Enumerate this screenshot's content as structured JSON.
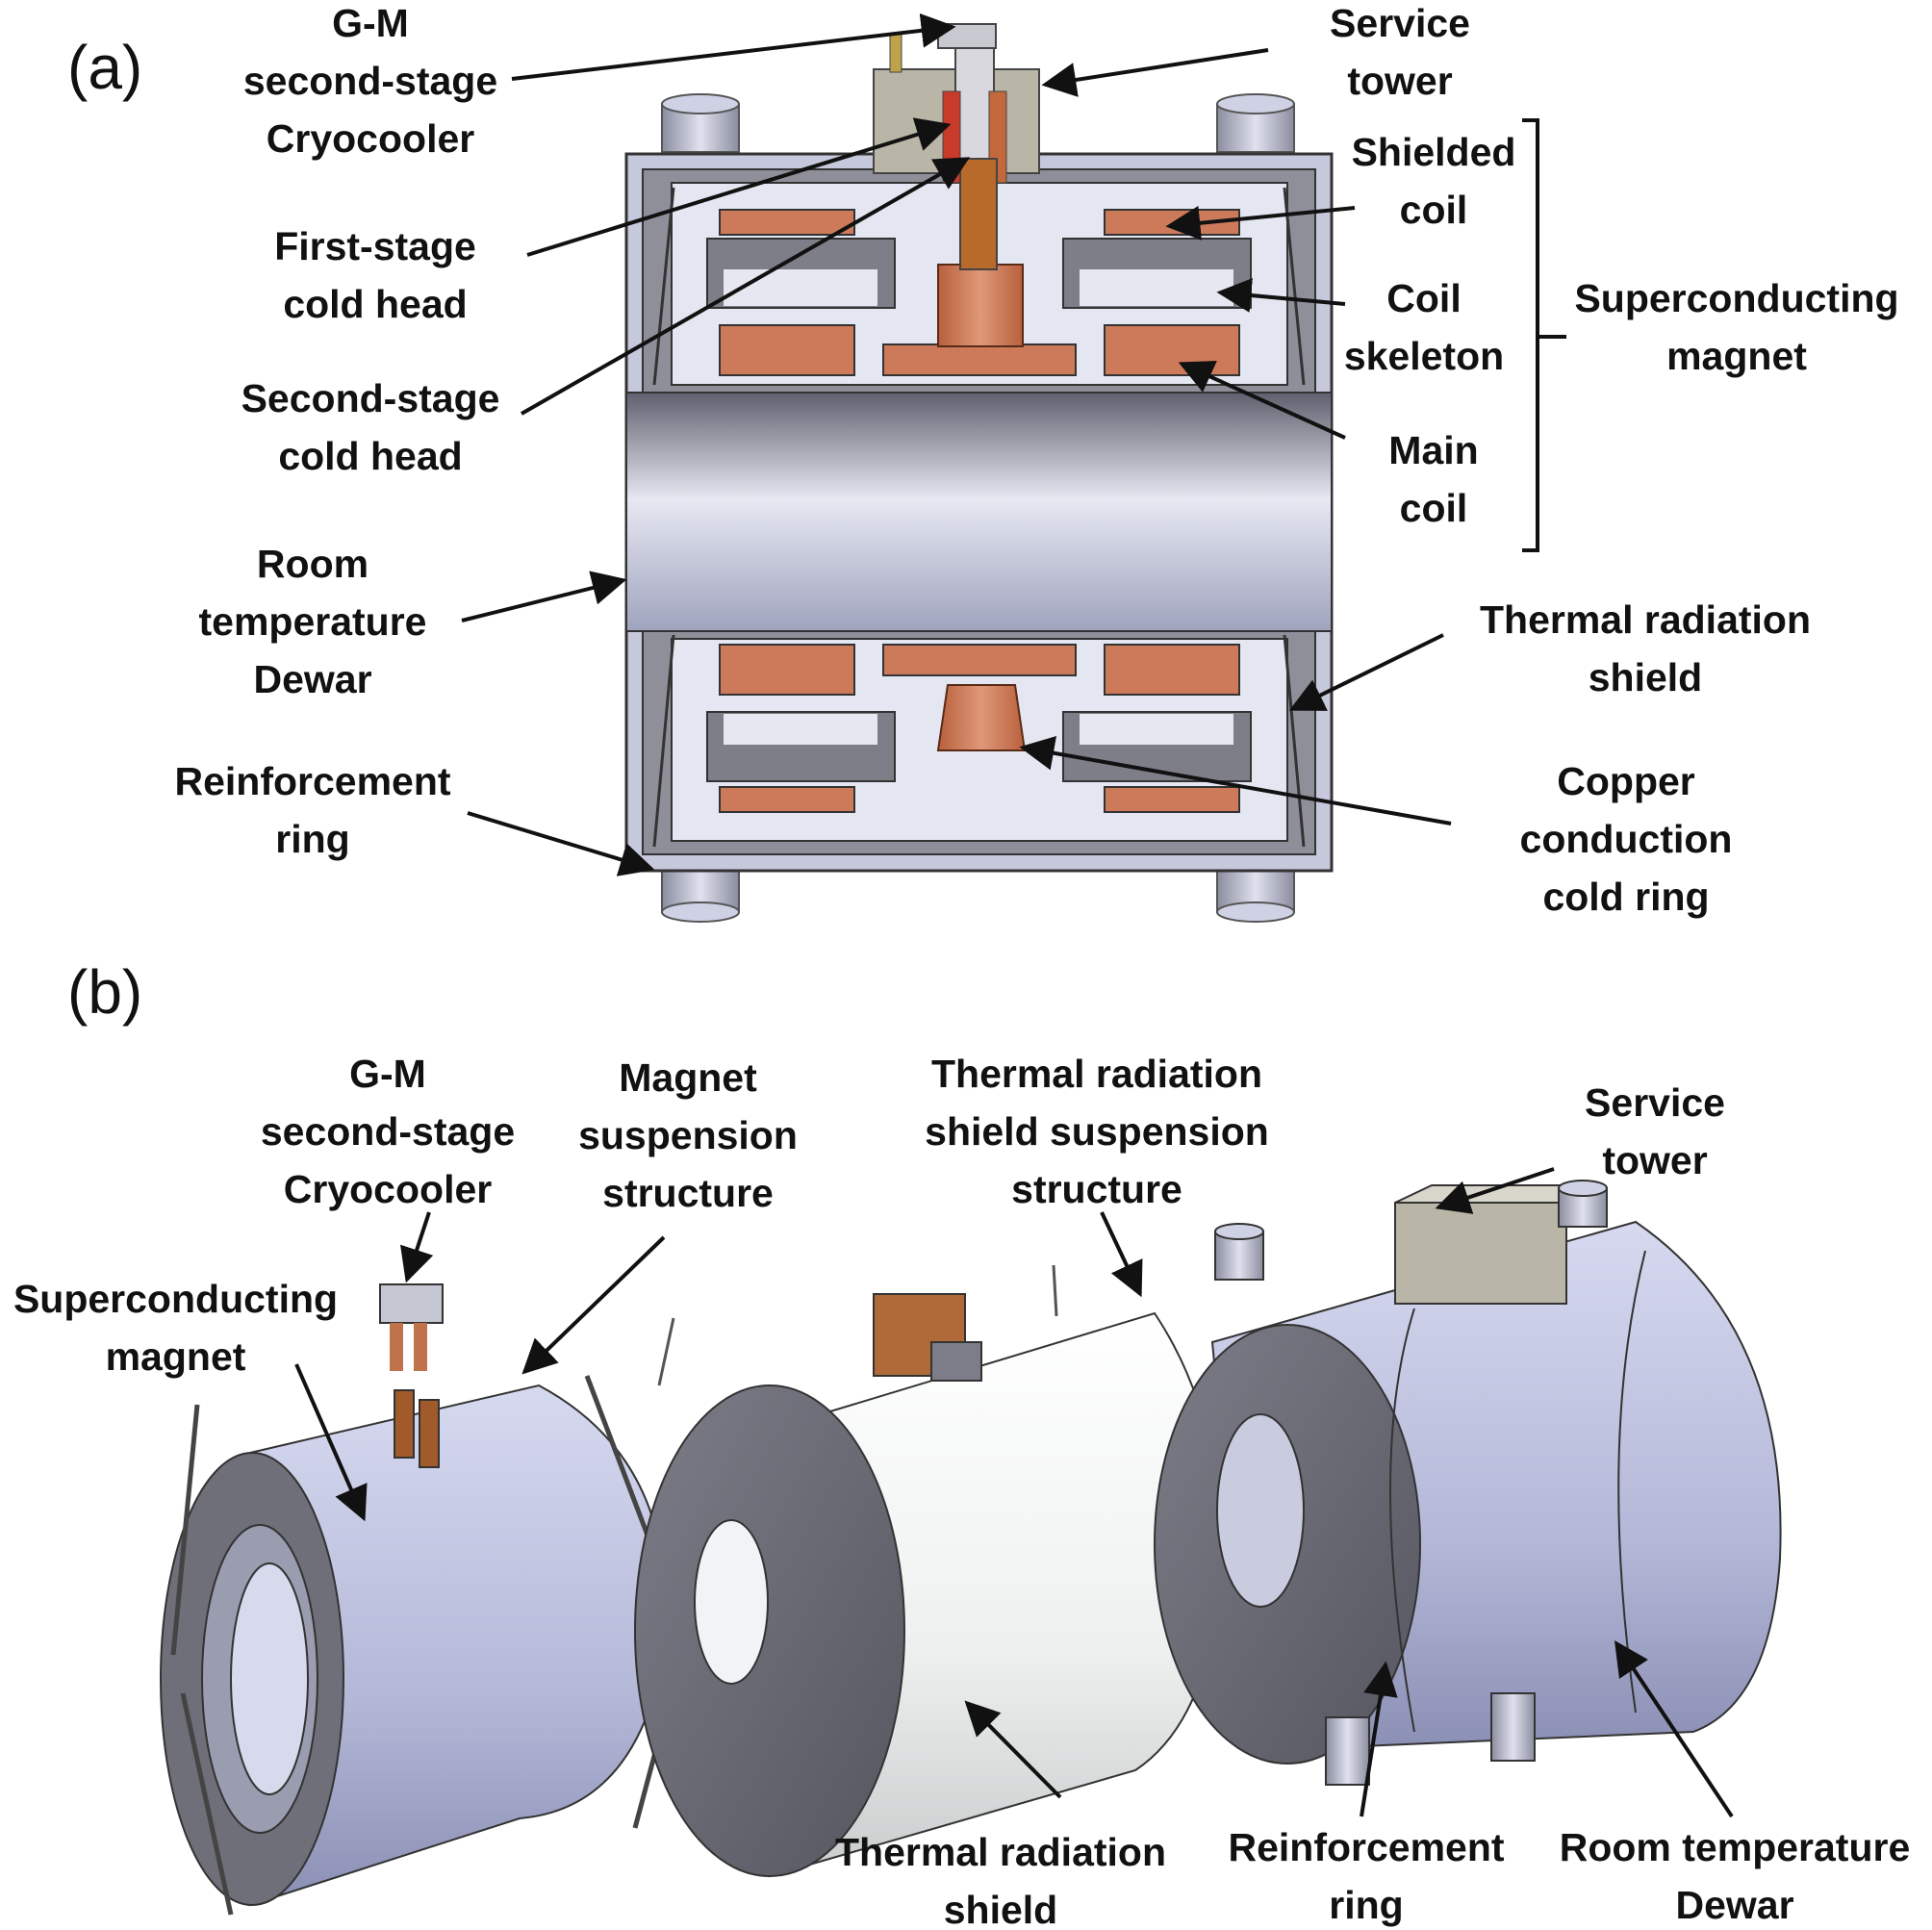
{
  "panel_a": {
    "letter": "(a)",
    "labels": {
      "gm_cryocooler": [
        "G-M",
        "second-stage",
        "Cryocooler"
      ],
      "service_tower": [
        "Service",
        "tower"
      ],
      "shielded_coil": [
        "Shielded",
        "coil"
      ],
      "first_stage": [
        "First-stage",
        "cold head"
      ],
      "coil_skeleton": [
        "Coil",
        "skeleton"
      ],
      "superconducting_magnet": [
        "Superconducting",
        "magnet"
      ],
      "second_stage": [
        "Second-stage",
        "cold head"
      ],
      "main_coil": [
        "Main",
        "coil"
      ],
      "room_temp_dewar": [
        "Room",
        "temperature",
        "Dewar"
      ],
      "thermal_shield": [
        "Thermal radiation",
        "shield"
      ],
      "reinforcement_ring": [
        "Reinforcement",
        "ring"
      ],
      "copper_ring": [
        "Copper",
        "conduction",
        "cold ring"
      ]
    }
  },
  "panel_b": {
    "letter": "(b)",
    "labels": {
      "gm_cryocooler": [
        "G-M",
        "second-stage",
        "Cryocooler"
      ],
      "magnet_suspension": [
        "Magnet",
        "suspension",
        "structure"
      ],
      "shield_suspension": [
        "Thermal radiation",
        "shield suspension",
        "structure"
      ],
      "service_tower": [
        "Service",
        "tower"
      ],
      "superconducting_magnet": [
        "Superconducting",
        "magnet"
      ],
      "thermal_shield": [
        "Thermal radiation",
        "shield"
      ],
      "reinforcement_ring": [
        "Reinforcement",
        "ring"
      ],
      "room_temp_dewar": [
        "Room temperature",
        "Dewar"
      ]
    }
  },
  "colors": {
    "dewar_body": "#b9bdd9",
    "copper": "#cc7a5a",
    "shield_white": "#f0f2f2",
    "dark_ring": "#6e6f78",
    "tower": "#b9b6a8"
  }
}
